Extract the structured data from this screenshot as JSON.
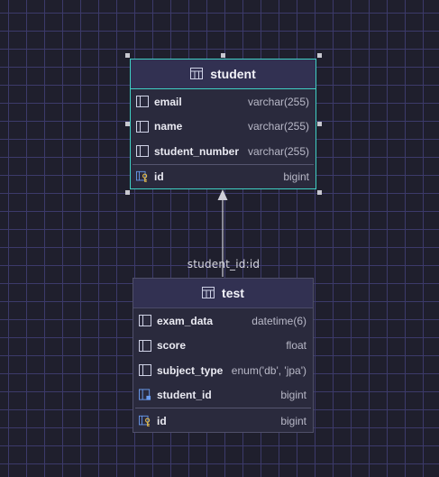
{
  "diagram": {
    "tables": {
      "student": {
        "name": "student",
        "columns": [
          {
            "name": "email",
            "type": "varchar(255)",
            "icon": "column-icon"
          },
          {
            "name": "name",
            "type": "varchar(255)",
            "icon": "column-icon"
          },
          {
            "name": "student_number",
            "type": "varchar(255)",
            "icon": "column-icon"
          }
        ],
        "primary_key": {
          "name": "id",
          "type": "bigint",
          "icon": "primary-key-icon"
        }
      },
      "test": {
        "name": "test",
        "columns": [
          {
            "name": "exam_data",
            "type": "datetime(6)",
            "icon": "column-icon"
          },
          {
            "name": "score",
            "type": "float",
            "icon": "column-icon"
          },
          {
            "name": "subject_type",
            "type": "enum('db', 'jpa')",
            "icon": "column-icon"
          },
          {
            "name": "student_id",
            "type": "bigint",
            "icon": "foreign-key-icon"
          }
        ],
        "primary_key": {
          "name": "id",
          "type": "bigint",
          "icon": "primary-key-icon"
        }
      }
    },
    "relationship": {
      "label": "student_id:id"
    },
    "colors": {
      "background": "#1f1f2d",
      "grid": "#3c3a6a",
      "selected_border": "#3fd0c4",
      "table_body": "#2a2a3d",
      "table_header": "#323152",
      "key_accent": "#e0b84a",
      "fk_accent": "#6a9cf0"
    }
  }
}
